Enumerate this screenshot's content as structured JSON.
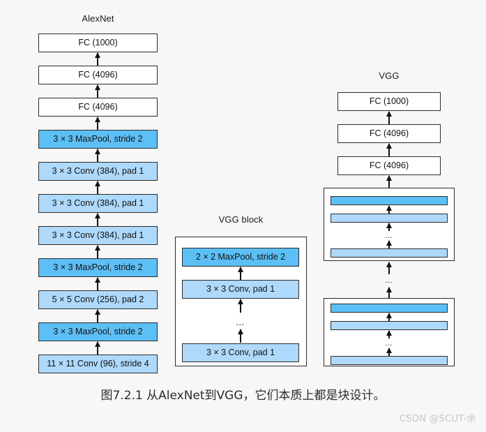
{
  "figure": {
    "caption": "图7.2.1  从AlexNet到VGG，它们本质上都是块设计。",
    "watermark": "CSDN @SCUT-余",
    "background_color": "#f7f7f7"
  },
  "palette": {
    "fc_fill": "#ffffff",
    "conv_fill": "#aed9fb",
    "pool_fill": "#5cbff5",
    "stroke": "#2b2b2b",
    "arrow": "#111111"
  },
  "columns": {
    "alexnet": {
      "title": "AlexNet",
      "layers": [
        {
          "label": "FC (1000)",
          "kind": "fc"
        },
        {
          "label": "FC (4096)",
          "kind": "fc"
        },
        {
          "label": "FC (4096)",
          "kind": "fc"
        },
        {
          "label": "3 × 3 MaxPool, stride 2",
          "kind": "pool"
        },
        {
          "label": "3 × 3 Conv (384), pad 1",
          "kind": "conv"
        },
        {
          "label": "3 × 3 Conv (384), pad 1",
          "kind": "conv"
        },
        {
          "label": "3 × 3 Conv (384), pad 1",
          "kind": "conv"
        },
        {
          "label": "3 × 3 MaxPool, stride 2",
          "kind": "pool"
        },
        {
          "label": "5 × 5 Conv (256), pad 2",
          "kind": "conv"
        },
        {
          "label": "3 × 3 MaxPool, stride 2",
          "kind": "pool"
        },
        {
          "label": "11 × 11 Conv (96), stride 4",
          "kind": "conv"
        }
      ]
    },
    "vgg_block": {
      "title": "VGG block",
      "layers": [
        {
          "label": "2 × 2 MaxPool, stride 2",
          "kind": "pool"
        },
        {
          "label": "3 × 3 Conv, pad 1",
          "kind": "conv"
        },
        {
          "label": "…",
          "kind": "ellipsis"
        },
        {
          "label": "3 × 3 Conv, pad 1",
          "kind": "conv"
        }
      ]
    },
    "vgg": {
      "title": "VGG",
      "layers": [
        {
          "label": "FC (1000)",
          "kind": "fc"
        },
        {
          "label": "FC (4096)",
          "kind": "fc"
        },
        {
          "label": "FC (4096)",
          "kind": "fc"
        },
        {
          "label": "vgg-block",
          "kind": "block"
        },
        {
          "label": "…",
          "kind": "ellipsis"
        },
        {
          "label": "vgg-block",
          "kind": "block"
        }
      ],
      "block_contents": [
        {
          "label": "",
          "kind": "pool"
        },
        {
          "label": "",
          "kind": "conv"
        },
        {
          "label": "…",
          "kind": "ellipsis"
        },
        {
          "label": "",
          "kind": "conv"
        }
      ]
    }
  }
}
